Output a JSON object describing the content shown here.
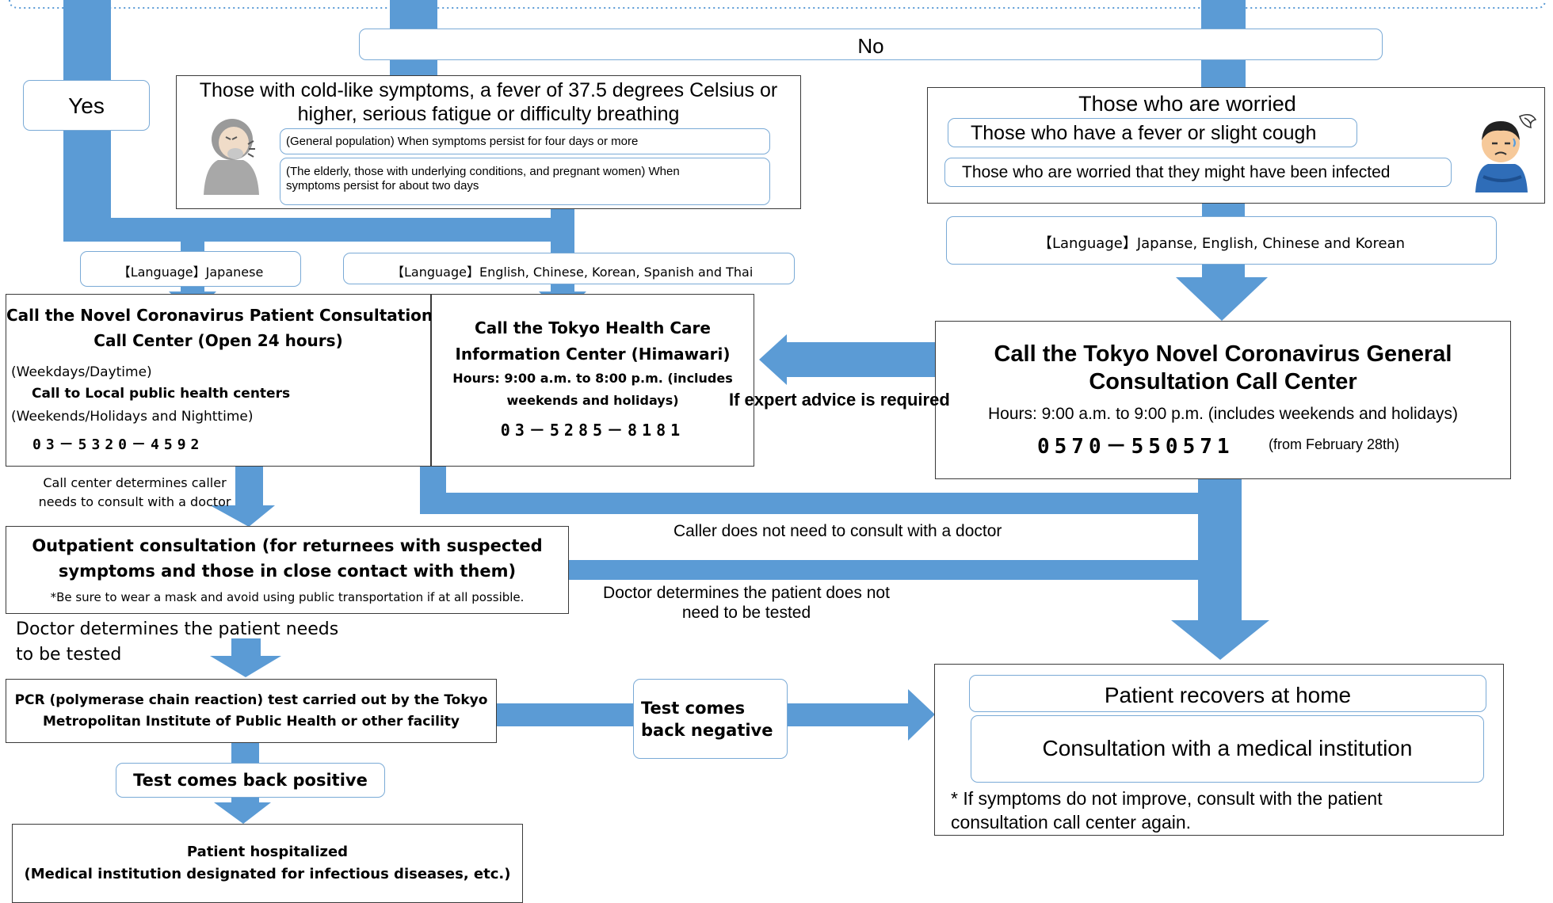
{
  "answers": {
    "yes": "Yes",
    "no": "No"
  },
  "symptoms": {
    "title_line1": "Those with cold-like symptoms, a fever of 37.5 degrees Celsius or",
    "title_line2": "higher, serious fatigue or difficulty breathing",
    "general": "(General population) When symptoms persist for four days or more",
    "elderly_line1": "(The elderly, those with underlying conditions, and pregnant women) When",
    "elderly_line2": "symptoms persist for about two days"
  },
  "worried": {
    "title": "Those who are worried",
    "fever": "Those who have a fever or slight cough",
    "infected": "Those who are worried that they might have been infected"
  },
  "languages": {
    "japanese": "【Language】Japanese",
    "multi": "【Language】English, Chinese, Korean, Spanish and Thai",
    "general": "【Language】Japanse, English, Chinese and Korean"
  },
  "patient_center": {
    "title_line1": "Call the Novel Coronavirus Patient Consultation",
    "title_line2": "Call Center (Open 24 hours)",
    "weekday": "(Weekdays/Daytime)",
    "local": "Call to Local public health centers",
    "weekend": "(Weekends/Holidays and Nighttime)",
    "phone": "03－5320－4592"
  },
  "himawari": {
    "title_line1": "Call the Tokyo Health Care",
    "title_line2": "Information Center (Himawari)",
    "hours_line1": "Hours: 9:00 a.m. to 8:00 p.m. (includes",
    "hours_line2": "weekends and holidays)",
    "phone": "03－5285－8181"
  },
  "general_center": {
    "title_line1": "Call the Tokyo Novel Coronavirus General",
    "title_line2": "Consultation Call Center",
    "hours": "Hours: 9:00 a.m. to 9:00 p.m. (includes weekends and holidays)",
    "phone": "0570－550571",
    "phone_note": "(from February 28th)"
  },
  "labels": {
    "expert_advice": "If expert advice is required",
    "determines_line1": "Call center determines caller",
    "determines_line2": "needs to consult with a doctor",
    "no_doctor": "Caller does not need to consult with a doctor",
    "not_tested_line1": "Doctor determines the patient does not",
    "not_tested_line2": "need to be tested",
    "needs_tested_line1": "Doctor determines the patient needs",
    "needs_tested_line2": "to be tested"
  },
  "outpatient": {
    "title_line1": "Outpatient consultation (for returnees with suspected",
    "title_line2": "symptoms and those in close contact with them)",
    "note": "*Be sure to wear a mask and avoid using public transportation if at all possible."
  },
  "pcr": {
    "line1": "PCR (polymerase chain reaction) test carried out by the Tokyo",
    "line2": "Metropolitan Institute of Public Health or other facility"
  },
  "negative": {
    "line1": "Test comes",
    "line2": "back negative"
  },
  "positive": "Test comes back positive",
  "hospital": {
    "line1": "Patient hospitalized",
    "line2": "(Medical institution designated for infectious diseases, etc.)"
  },
  "home": {
    "recovers": "Patient recovers at home",
    "consultation": "Consultation with a medical institution",
    "note_line1": "* If symptoms do not improve, consult with the  patient",
    "note_line2": "consultation call center again."
  },
  "colors": {
    "connector": "#5b9bd5",
    "box_border": "#3a3a3a",
    "rounded_border": "#7aaad6"
  },
  "icons": [
    "coughing-person-icon",
    "worried-person-icon"
  ]
}
